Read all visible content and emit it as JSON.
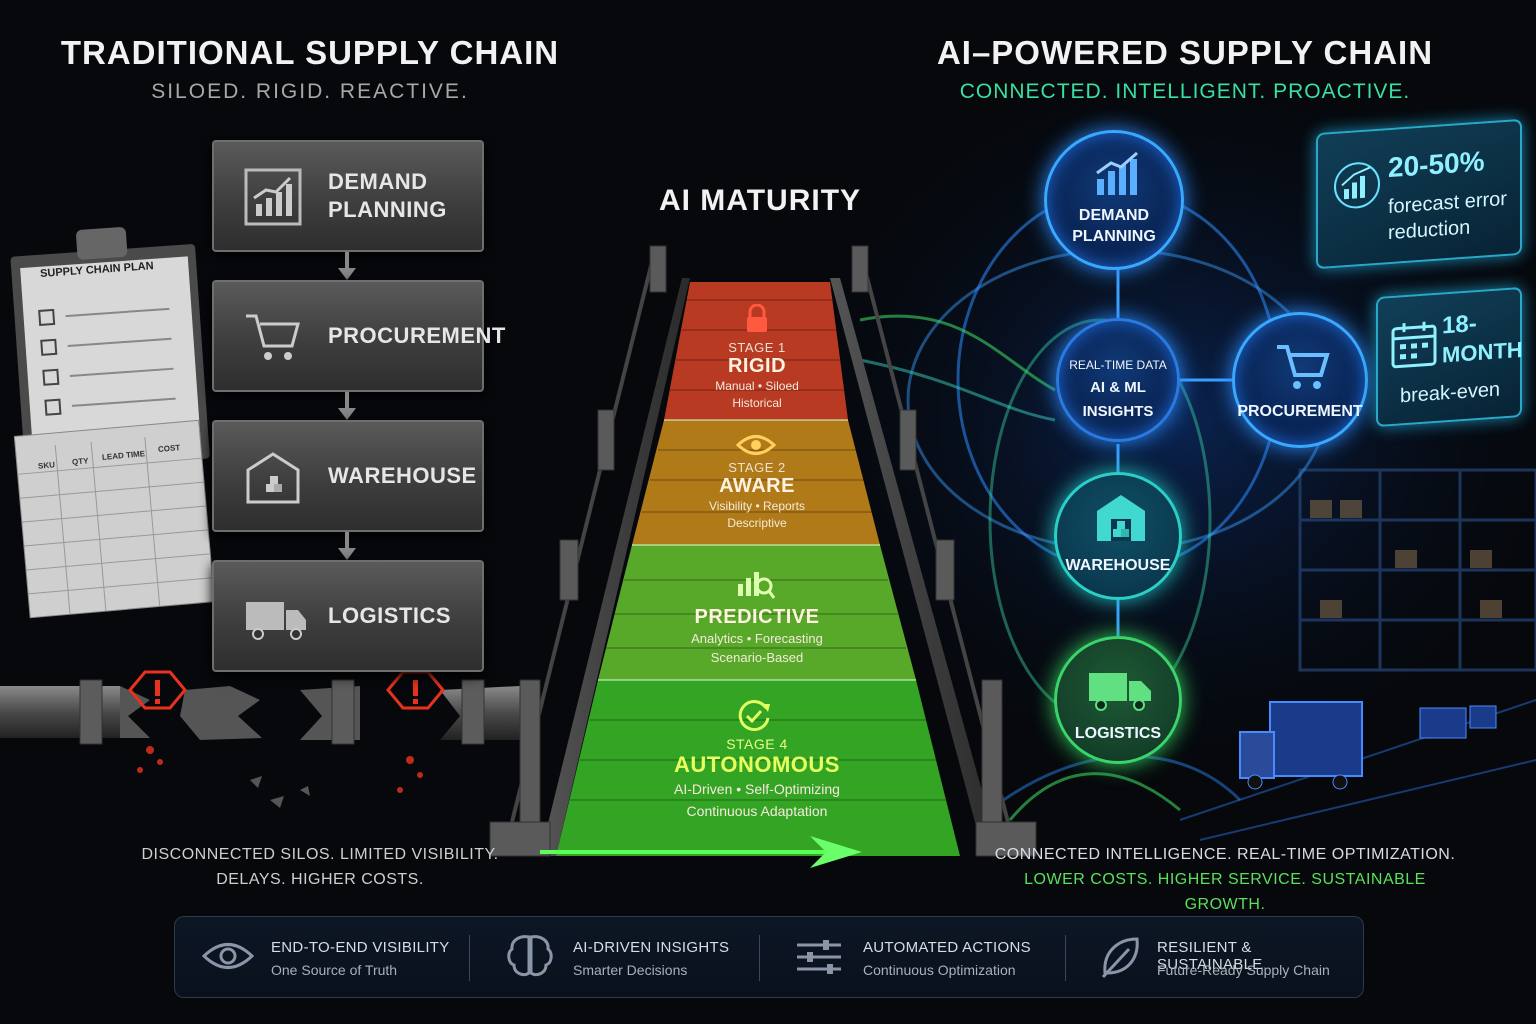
{
  "traditional": {
    "title": "TRADITIONAL SUPPLY CHAIN",
    "subtitle": "SILOED. RIGID. REACTIVE.",
    "steps": [
      {
        "label": "DEMAND\nPLANNING",
        "icon": "bar-chart-icon"
      },
      {
        "label": "PROCUREMENT",
        "icon": "cart-icon"
      },
      {
        "label": "WAREHOUSE",
        "icon": "warehouse-icon"
      },
      {
        "label": "LOGISTICS",
        "icon": "truck-icon"
      }
    ],
    "clipboard_title": "SUPPLY CHAIN PLAN",
    "sheet_headers": [
      "SKU",
      "QTY",
      "LEAD TIME",
      "COST"
    ],
    "footnote_line1": "DISCONNECTED SILOS. LIMITED VISIBILITY.",
    "footnote_line2": "DELAYS. HIGHER COSTS."
  },
  "maturity": {
    "title": "AI MATURITY",
    "stages": [
      {
        "number": "STAGE 1",
        "name": "RIGID",
        "desc1": "Manual • Siloed",
        "desc2": "Historical",
        "icon": "lock-icon",
        "color": "#c8402a"
      },
      {
        "number": "STAGE 2",
        "name": "AWARE",
        "desc1": "Visibility • Reports",
        "desc2": "Descriptive",
        "icon": "eye-icon",
        "color": "#b48a1c"
      },
      {
        "number": "",
        "name": "PREDICTIVE",
        "desc1": "Analytics • Forecasting",
        "desc2": "Scenario-Based",
        "icon": "analytics-icon",
        "color": "#5cb02a"
      },
      {
        "number": "STAGE 4",
        "name": "AUTONOMOUS",
        "desc1": "AI-Driven • Self-Optimizing",
        "desc2": "Continuous Adaptation",
        "icon": "check-cycle-icon",
        "color": "#38b02a"
      }
    ]
  },
  "ai": {
    "title": "AI–POWERED SUPPLY CHAIN",
    "subtitle": "CONNECTED. INTELLIGENT. PROACTIVE.",
    "hub": {
      "line1": "REAL-TIME DATA",
      "line2": "AI & ML",
      "line3": "INSIGHTS"
    },
    "nodes": [
      {
        "label": "DEMAND\nPLANNING"
      },
      {
        "label": "PROCUREMENT"
      },
      {
        "label": "WAREHOUSE"
      },
      {
        "label": "LOGISTICS"
      }
    ],
    "stats": [
      {
        "value": "20-50%",
        "label1": "forecast error",
        "label2": "reduction"
      },
      {
        "value1": "18-",
        "value2": "MONTH",
        "label": "break-even"
      }
    ],
    "footnote_line1": "CONNECTED INTELLIGENCE. REAL-TIME OPTIMIZATION.",
    "footnote_line2": "LOWER COSTS. HIGHER SERVICE. SUSTAINABLE GROWTH.",
    "accent": "#39e0a0"
  },
  "features": [
    {
      "title": "END-TO-END VISIBILITY",
      "subtitle": "One Source of Truth",
      "icon": "eye-icon"
    },
    {
      "title": "AI-DRIVEN INSIGHTS",
      "subtitle": "Smarter Decisions",
      "icon": "brain-icon"
    },
    {
      "title": "AUTOMATED ACTIONS",
      "subtitle": "Continuous Optimization",
      "icon": "sliders-icon"
    },
    {
      "title": "RESILIENT & SUSTAINABLE",
      "subtitle": "Future-Ready Supply Chain",
      "icon": "leaf-icon"
    }
  ]
}
